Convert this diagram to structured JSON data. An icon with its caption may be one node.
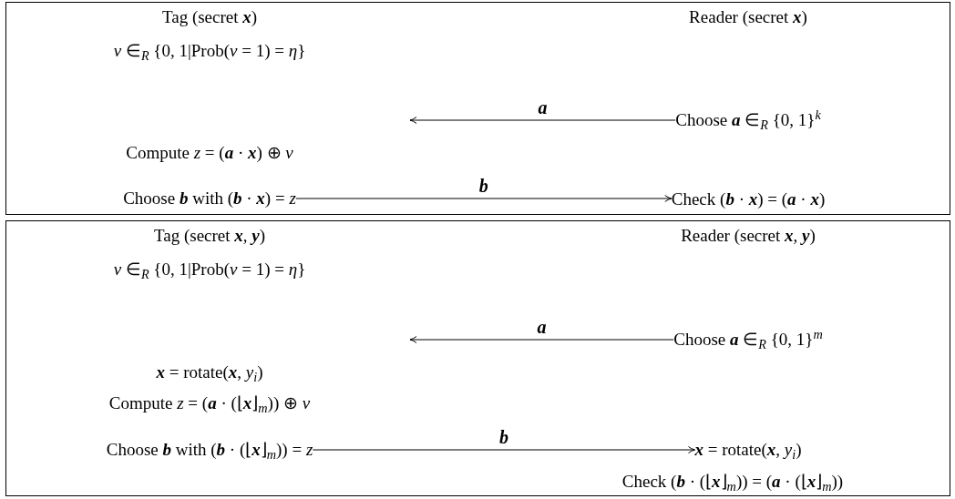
{
  "diagram": {
    "nodes": [
      {
        "text": [],
        "shape": "box"
      },
      {
        "text": [
          "Tag (secret **x**)"
        ],
        "in": 0
      },
      {
        "text": [
          "Reader (secret **x**)"
        ],
        "in": 0
      },
      {
        "text": [
          "*ν* ∈$_{R}$ {0, 1|Prob(*ν* = 1) = *η*}"
        ],
        "in": 0
      },
      {
        "text": [
          "Choose **a** ∈$_{R}$ {0, 1}$^{k}$"
        ],
        "in": 0
      },
      {
        "text": [
          "Compute *z* = (**a** · **x**) ⊕ *ν*"
        ],
        "in": 0
      },
      {
        "text": [
          "Choose **b** with (**b** · **x**) = *z*"
        ],
        "in": 0
      },
      {
        "text": [
          "Check (**b** · **x**) = (**a** · **x**)"
        ],
        "in": 0
      },
      {
        "text": [],
        "shape": "box"
      },
      {
        "text": [
          "Tag (secret **x**, **y**)"
        ],
        "in": 8
      },
      {
        "text": [
          "Reader (secret **x**, **y**)"
        ],
        "in": 8
      },
      {
        "text": [
          "*ν* ∈$_{R}$ {0, 1|Prob(*ν* = 1) = *η*}"
        ],
        "in": 8
      },
      {
        "text": [
          "Choose **a** ∈$_{R}$ {0, 1}$^{m}$"
        ],
        "in": 8
      },
      {
        "text": [
          "**x** = rotate(**x**, *y*$_{i}$)"
        ],
        "in": 8
      },
      {
        "text": [
          "Compute *z* = (**a** · (⌊**x**⌋$_{m}$)) ⊕ *ν*"
        ],
        "in": 8
      },
      {
        "text": [
          "Choose **b** with (**b** · (⌊**x**⌋$_{m}$)) = *z*"
        ],
        "in": 8
      },
      {
        "text": [
          "**x** = rotate(**x**, *y*$_{i}$)"
        ],
        "in": 8
      },
      {
        "text": [
          "Check (**b** · (⌊**x**⌋$_{m}$)) = (**a** · (⌊**x**⌋$_{m}$))"
        ],
        "in": 8
      }
    ],
    "edges": [
      {
        "from": 4,
        "to": null,
        "arrow": "to",
        "label": "a"
      },
      {
        "from": 6,
        "to": 7,
        "arrow": "to",
        "label": "b"
      },
      {
        "from": 12,
        "to": null,
        "arrow": "to",
        "label": "a"
      },
      {
        "from": 15,
        "to": 16,
        "arrow": "to",
        "label": "b"
      }
    ]
  }
}
